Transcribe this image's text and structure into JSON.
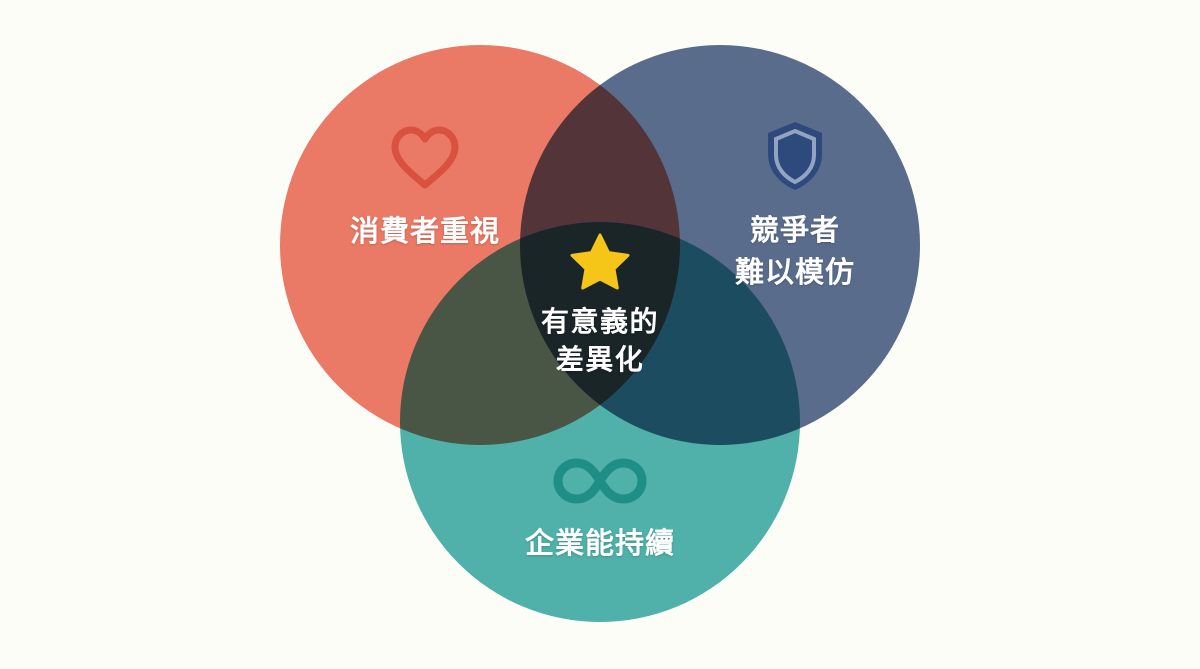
{
  "diagram": {
    "type": "venn",
    "background_color": "#fdfdf8",
    "sets": [
      {
        "id": "consumer",
        "label": "消費者重視",
        "icon": "heart-icon",
        "color": "#ec7a68",
        "icon_color": "#d9523f",
        "position": "top-left"
      },
      {
        "id": "competitor",
        "label": "競爭者\n難以模仿",
        "icon": "shield-icon",
        "color": "#5a6d90",
        "icon_color": "#2e4a7d",
        "position": "top-right"
      },
      {
        "id": "sustainable",
        "label": "企業能持續",
        "icon": "infinity-icon",
        "color": "#4fb3ae",
        "icon_color": "#1e8e87",
        "position": "bottom-center"
      }
    ],
    "intersection": {
      "id": "center",
      "label": "有意義的\n差異化",
      "icon": "star-icon",
      "icon_color": "#f5c518",
      "color": "#2f4858"
    },
    "overlap_colors": {
      "consumer_competitor": "#685a78",
      "consumer_sustainable": "#6f9e92",
      "competitor_sustainable": "#2d6683",
      "all_three": "#2f4858"
    }
  }
}
